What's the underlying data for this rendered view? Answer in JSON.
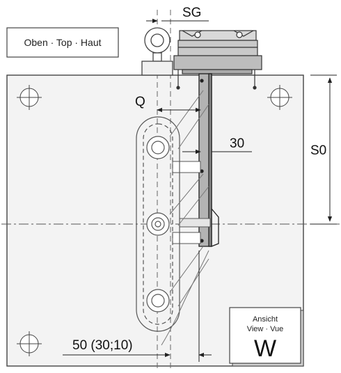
{
  "labels": {
    "orientation": "Oben · Top · Haut",
    "sg": "SG",
    "q": "Q",
    "thirty": "30",
    "s0": "S0",
    "fifty": "50 (30;10)",
    "view_line1": "Ansicht",
    "view_line2": "View · Vue",
    "view_letter": "W"
  },
  "colors": {
    "line": "#333333",
    "plate_fill": "#f2f2f2",
    "gripper_fill": "#c8c8c8",
    "finger_fill": "#b5b5b5"
  }
}
